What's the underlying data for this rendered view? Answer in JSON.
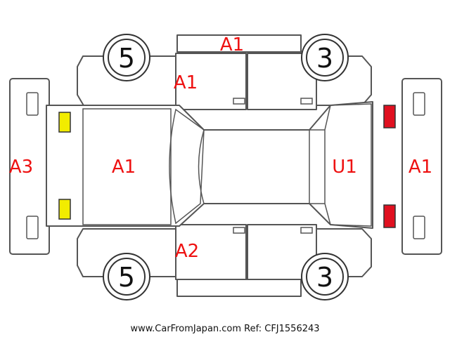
{
  "colors": {
    "damage_code": "#ee1111",
    "outline": "#555555",
    "yellow_light": "#f2ec00",
    "red_light": "#e01020"
  },
  "damage_codes": {
    "roof_top": "A1",
    "left_front_door": "A1",
    "hood": "A1",
    "front_bumper": "A3",
    "rear_window": "U1",
    "rear_bumper": "A1",
    "left_rear_door": "A2"
  },
  "tire_ratings": {
    "front_left": "5",
    "rear_left": "3",
    "front_right": "5",
    "rear_right": "3"
  },
  "footer": {
    "source": "www.CarFromJapan.com Ref: CFJ1556243"
  }
}
